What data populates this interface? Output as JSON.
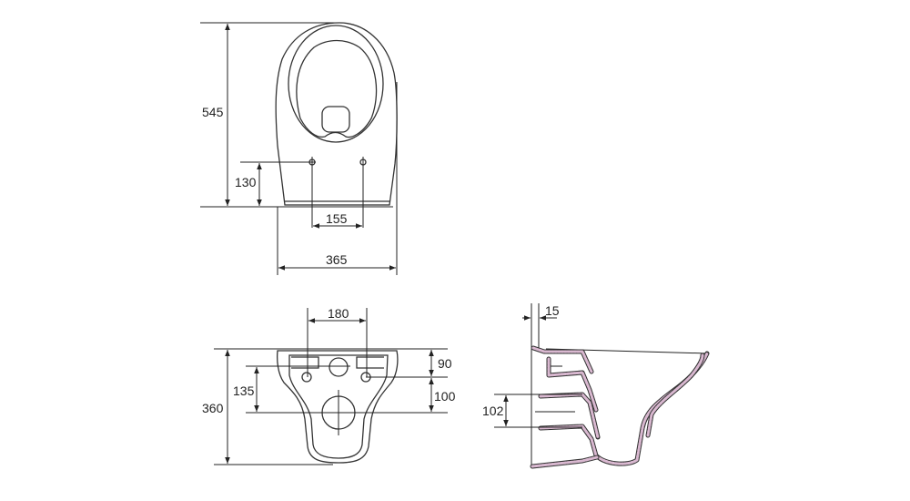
{
  "drawing": {
    "top_view": {
      "height": "545",
      "bolt_height": "130",
      "bolt_spacing": "155",
      "width": "365"
    },
    "rear_view": {
      "bolt_spacing": "180",
      "height": "360",
      "lower_offset": "135",
      "upper_offset": "90",
      "middle_offset": "100"
    },
    "side_view": {
      "wall_gap": "15",
      "outlet_height": "102"
    },
    "colors": {
      "line": "#222222",
      "section_hatch": "#d9b8d0"
    }
  }
}
